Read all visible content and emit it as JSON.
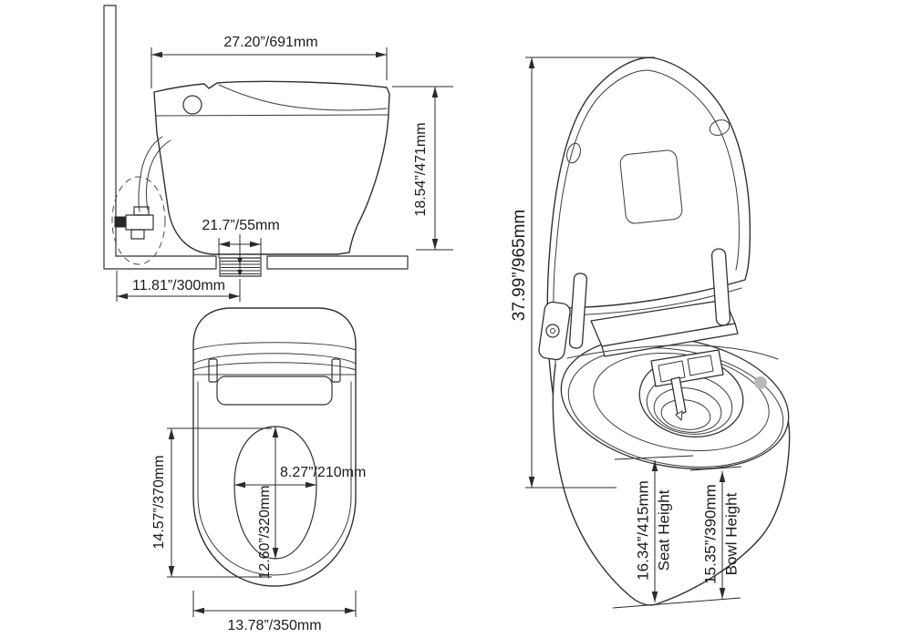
{
  "page": {
    "background": "#ffffff",
    "line_color": "#323232",
    "text_color": "#1b1b1b",
    "accent_dot_color": "#b9b9b9",
    "description": "Smart toilet dimension line drawing with side view, top view and open-lid perspective view"
  },
  "views": {
    "side": {
      "name": "side profile view with wall and floor",
      "dims": {
        "overall_depth": "27.20”/691mm",
        "overall_height": "18.54”/471mm",
        "outlet_width": "21.7”/55mm",
        "rough_in": "11.81”/300mm"
      }
    },
    "top": {
      "name": "top plan view",
      "dims": {
        "seat_opening_length": "14.57”/370mm",
        "bowl_width": "8.27”/210mm",
        "bowl_length": "12.60”/320mm",
        "base_width": "13.78”/350mm"
      }
    },
    "perspective": {
      "name": "perspective view with lid open",
      "dims": {
        "open_lid_height": "37.99”/965mm",
        "seat_height": "16.34”/415mm",
        "seat_height_label": "Seat Height",
        "bowl_height": "15.35”/390mm",
        "bowl_height_label": "Bowl Height"
      }
    }
  }
}
